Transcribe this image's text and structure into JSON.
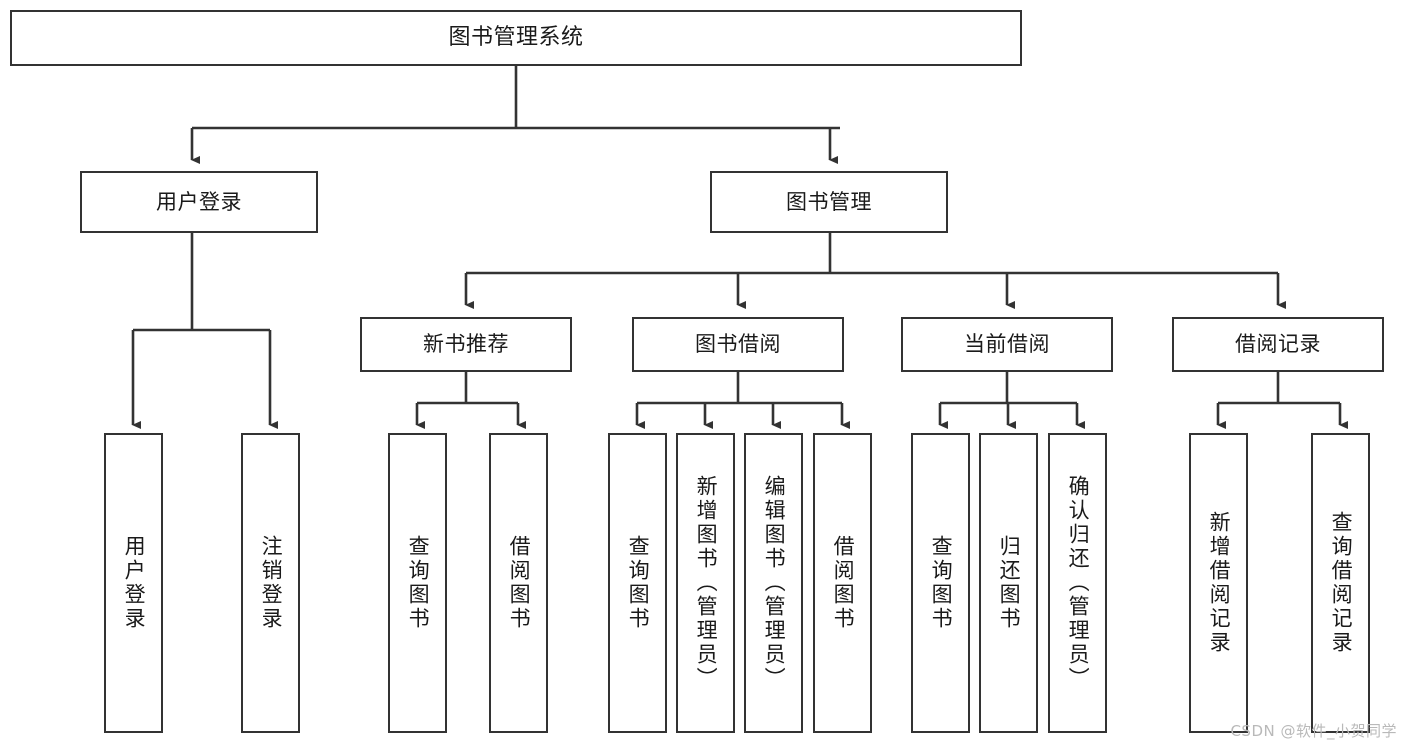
{
  "diagram": {
    "type": "tree-hierarchy",
    "title": "图书管理系统",
    "watermark": "CSDN @软件_小贺同学",
    "colors": {
      "border": "#333333",
      "fill": "#ffffff",
      "text": "#1a1a1a",
      "edge": "#333333",
      "watermark": "#b9b9b9"
    },
    "levels": {
      "level1": [
        "图书管理系统"
      ],
      "level2": [
        "用户登录",
        "图书管理"
      ],
      "level3": [
        "新书推荐",
        "图书借阅",
        "当前借阅",
        "借阅记录"
      ],
      "level4": [
        "用户登录",
        "注销登录",
        "查询图书",
        "借阅图书",
        "查询图书",
        "新增图书（管理员）",
        "编辑图书（管理员）",
        "借阅图书",
        "查询图书",
        "归还图书",
        "确认归还（管理员）",
        "新增借阅记录",
        "查询借阅记录"
      ]
    },
    "nodes": {
      "root": {
        "label": "图书管理系统"
      },
      "user_login": {
        "label": "用户登录"
      },
      "book_manage": {
        "label": "图书管理"
      },
      "new_book_rec": {
        "label": "新书推荐"
      },
      "book_borrow": {
        "label": "图书借阅"
      },
      "current_borrow": {
        "label": "当前借阅"
      },
      "borrow_record": {
        "label": "借阅记录"
      },
      "leaf_user_login": {
        "label": "用户登录"
      },
      "leaf_logout": {
        "label": "注销登录"
      },
      "leaf_query_book_1": {
        "label": "查询图书"
      },
      "leaf_borrow_book_1": {
        "label": "借阅图书"
      },
      "leaf_query_book_2": {
        "label": "查询图书"
      },
      "leaf_add_book": {
        "label": "新增图书（管理员）"
      },
      "leaf_edit_book": {
        "label": "编辑图书（管理员）"
      },
      "leaf_borrow_book_2": {
        "label": "借阅图书"
      },
      "leaf_query_book_3": {
        "label": "查询图书"
      },
      "leaf_return_book": {
        "label": "归还图书"
      },
      "leaf_confirm_return": {
        "label": "确认归还（管理员）"
      },
      "leaf_add_record": {
        "label": "新增借阅记录"
      },
      "leaf_query_record": {
        "label": "查询借阅记录"
      }
    },
    "edges": [
      {
        "from": "root",
        "to": "user_login"
      },
      {
        "from": "root",
        "to": "book_manage"
      },
      {
        "from": "user_login",
        "to": "leaf_user_login"
      },
      {
        "from": "user_login",
        "to": "leaf_logout"
      },
      {
        "from": "book_manage",
        "to": "new_book_rec"
      },
      {
        "from": "book_manage",
        "to": "book_borrow"
      },
      {
        "from": "book_manage",
        "to": "current_borrow"
      },
      {
        "from": "book_manage",
        "to": "borrow_record"
      },
      {
        "from": "new_book_rec",
        "to": "leaf_query_book_1"
      },
      {
        "from": "new_book_rec",
        "to": "leaf_borrow_book_1"
      },
      {
        "from": "book_borrow",
        "to": "leaf_query_book_2"
      },
      {
        "from": "book_borrow",
        "to": "leaf_add_book"
      },
      {
        "from": "book_borrow",
        "to": "leaf_edit_book"
      },
      {
        "from": "book_borrow",
        "to": "leaf_borrow_book_2"
      },
      {
        "from": "current_borrow",
        "to": "leaf_query_book_3"
      },
      {
        "from": "current_borrow",
        "to": "leaf_return_book"
      },
      {
        "from": "current_borrow",
        "to": "leaf_confirm_return"
      },
      {
        "from": "borrow_record",
        "to": "leaf_add_record"
      },
      {
        "from": "borrow_record",
        "to": "leaf_query_record"
      }
    ]
  }
}
